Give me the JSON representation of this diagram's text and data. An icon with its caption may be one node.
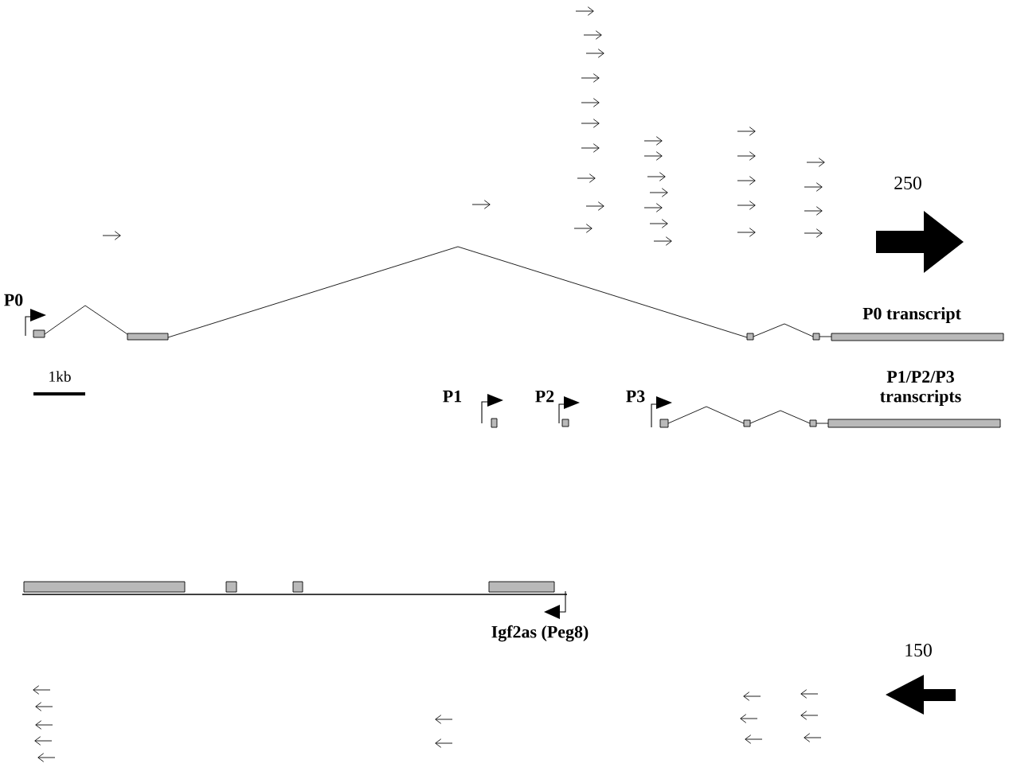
{
  "diagram": {
    "labels": [
      "250",
      "P0",
      "P0 transcript",
      "1kb",
      "P1/P2/P3 transcripts",
      "P1",
      "P2",
      "P3",
      "Igf2as (Peg8)",
      "150"
    ]
  }
}
